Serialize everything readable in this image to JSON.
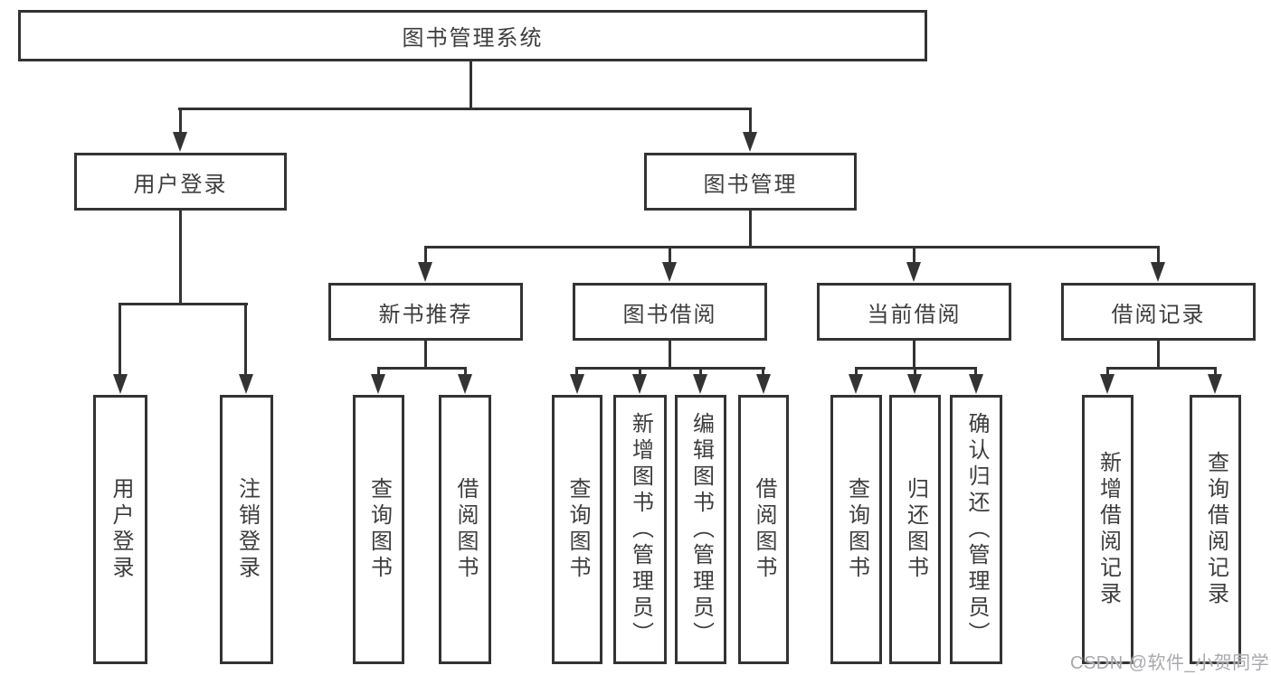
{
  "diagram": {
    "title": "图书管理系统",
    "level2": {
      "user_login": "用户登录",
      "book_mgmt": "图书管理"
    },
    "level3": {
      "new_books": "新书推荐",
      "book_borrow": "图书借阅",
      "current_borrow": "当前借阅",
      "borrow_records": "借阅记录"
    },
    "leaves": {
      "user_login": [
        "用户登录",
        "注销登录"
      ],
      "new_books": [
        "查询图书",
        "借阅图书"
      ],
      "book_borrow": [
        "查询图书",
        "新增图书（管理员）",
        "编辑图书（管理员）",
        "借阅图书"
      ],
      "current_borrow": [
        "查询图书",
        "归还图书",
        "确认归还（管理员）"
      ],
      "borrow_records": [
        "新增借阅记录",
        "查询借阅记录"
      ]
    }
  },
  "watermark": "CSDN @软件_小贺同学",
  "colors": {
    "line": "#333333",
    "text": "#3d3d3d",
    "watermark": "#a9a9ad",
    "background": "#ffffff"
  }
}
